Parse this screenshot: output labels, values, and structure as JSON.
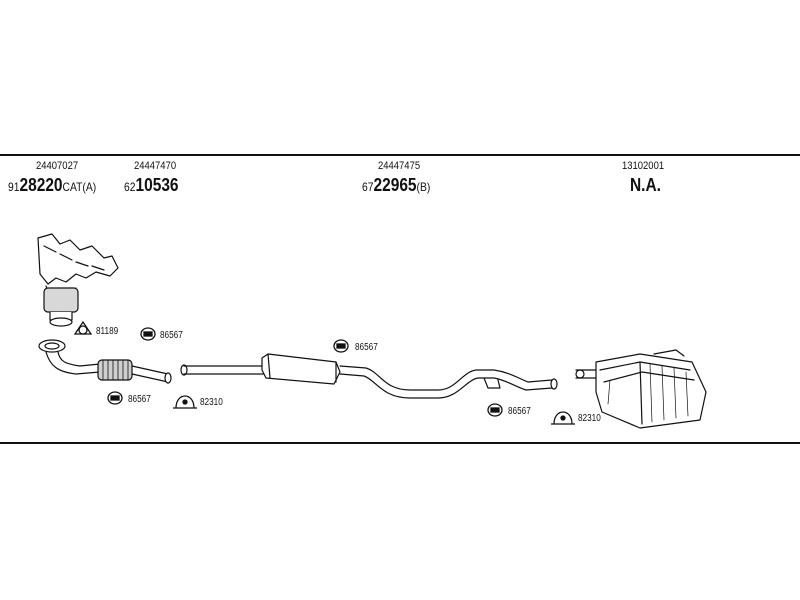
{
  "header": {
    "parts": [
      {
        "oe": "24407027",
        "prefix": "91",
        "number": "28220",
        "suffix": "CAT(A)"
      },
      {
        "oe": "24447470",
        "prefix": "62",
        "number": "10536",
        "suffix": ""
      },
      {
        "oe": "24447475",
        "prefix": "67",
        "number": "22965",
        "suffix": "(B)"
      },
      {
        "oe": "13102001",
        "na": "N.A."
      }
    ]
  },
  "hardware": [
    {
      "code": "81189",
      "icon": "ring-clamp-icon"
    },
    {
      "code": "86567",
      "icon": "rubber-hanger-icon"
    },
    {
      "code": "86567",
      "icon": "rubber-hanger-icon"
    },
    {
      "code": "82310",
      "icon": "u-clamp-icon"
    },
    {
      "code": "86567",
      "icon": "rubber-hanger-icon"
    },
    {
      "code": "86567",
      "icon": "rubber-hanger-icon"
    },
    {
      "code": "82310",
      "icon": "u-clamp-icon"
    }
  ],
  "colors": {
    "line": "#111111",
    "fill": "#ffffff",
    "shade": "#bdbdbd"
  }
}
